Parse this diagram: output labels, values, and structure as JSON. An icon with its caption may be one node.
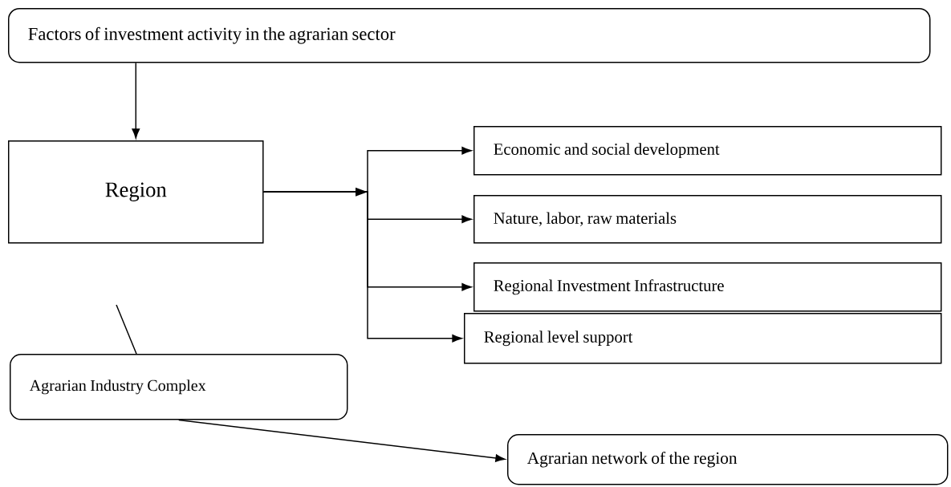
{
  "diagram": {
    "nodes": [
      {
        "text": [
          "Factors of investment activity in the agrarian sector"
        ]
      },
      {
        "text": [
          "Region"
        ]
      },
      {
        "text": [
          "Economic and social development"
        ]
      },
      {
        "text": [
          "Nature, labor, raw materials"
        ]
      },
      {
        "text": [
          "Regional Investment Infrastructure"
        ]
      },
      {
        "text": [
          "Regional level support"
        ]
      },
      {
        "text": [
          "Agrarian Industry Complex"
        ]
      },
      {
        "text": [
          "Agrarian network of the region"
        ]
      }
    ],
    "edges": [
      {
        "from": 0,
        "to": 1,
        "arrow": "to"
      },
      {
        "from": 1,
        "to": 2,
        "arrow": "to"
      },
      {
        "from": 1,
        "to": 3,
        "arrow": "to"
      },
      {
        "from": 1,
        "to": 4,
        "arrow": "to"
      },
      {
        "from": 1,
        "to": 5,
        "arrow": "to"
      },
      {
        "from": 6,
        "to": 7,
        "arrow": "to"
      },
      {
        "from": null,
        "to": 6,
        "arrow": "none"
      }
    ]
  }
}
